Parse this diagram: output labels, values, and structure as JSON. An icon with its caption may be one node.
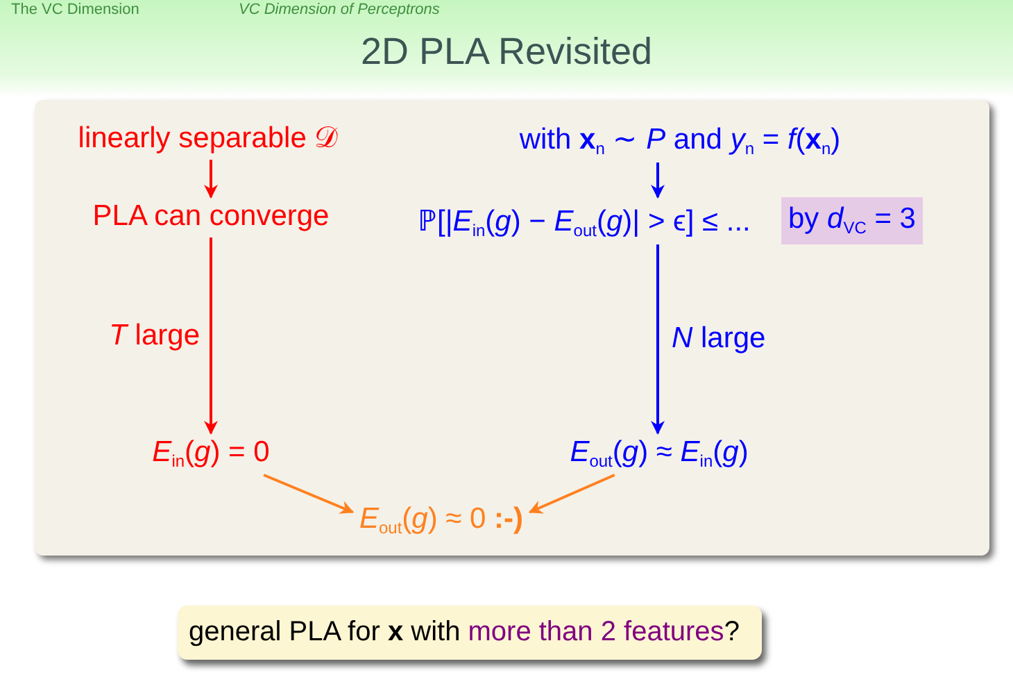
{
  "diagram": {
    "title": "2D PLA Revisited",
    "nodes": [
      {
        "text": [],
        "shape": "box"
      },
      {
        "text": [
          "linearly separable 𝒟"
        ],
        "in": 0
      },
      {
        "text": [
          "with **x**$_{n}$ ∼ *P* and *y*$_{n}$ = *f*(**x**$_{n}$)"
        ],
        "in": 0
      },
      {
        "text": [
          "PLA can converge"
        ],
        "in": 0
      },
      {
        "text": [
          "ℙ[|*E*$_{in}$(*g*) − *E*$_{out}$(*g*)| > ϵ] ≤ ..."
        ],
        "in": 0
      },
      {
        "text": [
          "by *d*$_{VC}$ = 3"
        ],
        "in": 0
      },
      {
        "text": [
          "*E*$_{in}$(*g*) = 0"
        ],
        "in": 0
      },
      {
        "text": [
          "*E*$_{out}$(*g*) ≈ *E*$_{in}$(*g*)"
        ],
        "in": 0
      },
      {
        "text": [
          "*E*$_{out}$(*g*) ≈ 0 **:-)**"
        ],
        "in": 0
      },
      {
        "text": [
          "general PLA for **x** with",
          "more than 2 features",
          "?"
        ]
      }
    ],
    "edges": [
      {
        "from": 1,
        "to": 3,
        "arrow": "to",
        "color": "#ff0000"
      },
      {
        "from": 2,
        "to": 4,
        "arrow": "to",
        "color": "#0000ff"
      },
      {
        "from": 3,
        "to": 6,
        "arrow": "to",
        "label": "*T* large",
        "color": "#ff0000"
      },
      {
        "from": 4,
        "to": 7,
        "arrow": "to",
        "label": "*N* large",
        "color": "#0000ff"
      },
      {
        "from": 6,
        "to": 8,
        "arrow": "to",
        "color": "#ff8020"
      },
      {
        "from": 7,
        "to": 8,
        "arrow": "to",
        "color": "#ff8020"
      }
    ],
    "labels": [
      "The VC Dimension",
      "VC Dimension of Perceptrons"
    ]
  }
}
